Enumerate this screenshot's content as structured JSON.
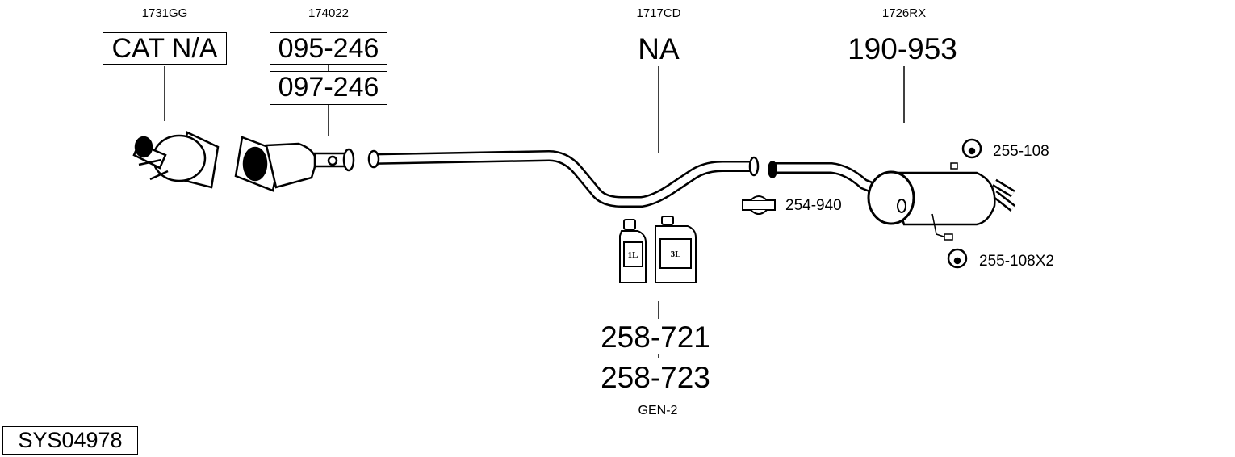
{
  "system_id": "SYS04978",
  "groups": [
    {
      "code": "1731GG",
      "parts": [
        "CAT N/A"
      ]
    },
    {
      "code": "174022",
      "parts": [
        "095-246",
        "097-246"
      ]
    },
    {
      "code": "1717CD",
      "parts": [
        "NA"
      ]
    },
    {
      "code": "1726RX",
      "parts": [
        "190-953"
      ]
    }
  ],
  "accessories": {
    "rubber_mount": "255-108",
    "clamp": "254-940",
    "rubber_mount_x2": "255-108X2"
  },
  "paste": {
    "bottle_small_label": "1L",
    "bottle_large_label": "3L",
    "parts": [
      "258-721",
      "258-723"
    ],
    "note": "GEN-2"
  }
}
